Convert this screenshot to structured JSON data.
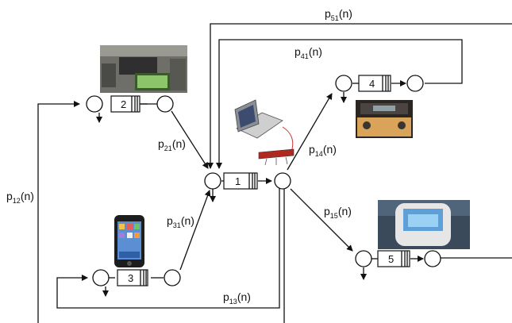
{
  "nodes": [
    {
      "id": "1",
      "label": "1"
    },
    {
      "id": "2",
      "label": "2"
    },
    {
      "id": "3",
      "label": "3"
    },
    {
      "id": "4",
      "label": "4"
    },
    {
      "id": "5",
      "label": "5"
    }
  ],
  "edges": [
    {
      "from": "1",
      "to": "2",
      "label_main": "p",
      "label_sub": "12",
      "label_tail": "(n)"
    },
    {
      "from": "1",
      "to": "3",
      "label_main": "p",
      "label_sub": "13",
      "label_tail": "(n)"
    },
    {
      "from": "1",
      "to": "4",
      "label_main": "p",
      "label_sub": "14",
      "label_tail": "(n)"
    },
    {
      "from": "1",
      "to": "5",
      "label_main": "p",
      "label_sub": "15",
      "label_tail": "(n)"
    },
    {
      "from": "2",
      "to": "1",
      "label_main": "p",
      "label_sub": "21",
      "label_tail": "(n)"
    },
    {
      "from": "3",
      "to": "1",
      "label_main": "p",
      "label_sub": "31",
      "label_tail": "(n)"
    },
    {
      "from": "4",
      "to": "1",
      "label_main": "p",
      "label_sub": "41",
      "label_tail": "(n)"
    },
    {
      "from": "5",
      "to": "1",
      "label_main": "p",
      "label_sub": "51",
      "label_tail": "(n)"
    }
  ],
  "device_images": [
    {
      "node": "1",
      "icon": "laptop-with-router-icon"
    },
    {
      "node": "2",
      "icon": "car-dashboard-navigation-icon"
    },
    {
      "node": "3",
      "icon": "smartphone-icon"
    },
    {
      "node": "4",
      "icon": "car-radio-icon"
    },
    {
      "node": "5",
      "icon": "headrest-screen-icon"
    }
  ]
}
